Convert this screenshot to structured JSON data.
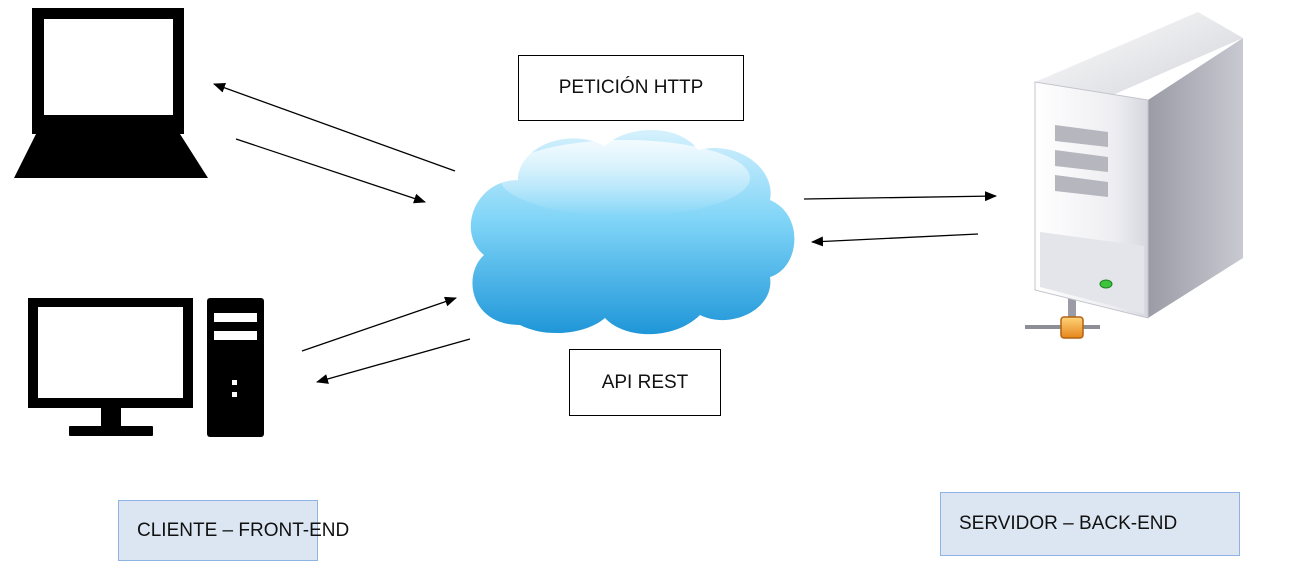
{
  "labels": {
    "peticion": "PETICIÓN HTTP",
    "api": "API REST",
    "cliente": "CLIENTE – FRONT-END",
    "servidor": "SERVIDOR – BACK-END"
  },
  "icons": {
    "laptop": "laptop-icon",
    "desktop": "desktop-computer-icon",
    "cloud": "cloud-icon",
    "server": "server-tower-icon"
  },
  "colors": {
    "cloud_light": "#d6f1fd",
    "cloud_mid": "#5fc7f3",
    "cloud_dark": "#1f96d8",
    "blue_box_fill": "#dce6f2",
    "blue_box_border": "#8eb4e3",
    "server_light": "#f7f7f9",
    "server_shadow": "#a9aab3",
    "connector_orange": "#f4a323"
  }
}
